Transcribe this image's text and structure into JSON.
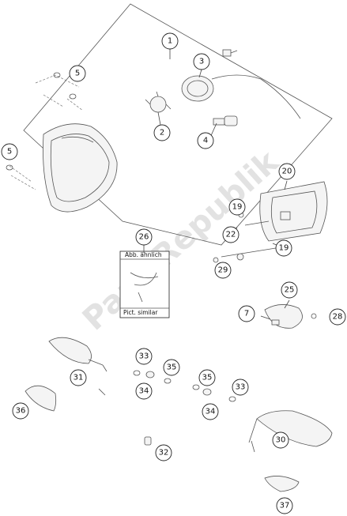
{
  "watermark": "PartsRepublik",
  "inset_labels": {
    "top": "Abb. ähnlich",
    "bottom": "Pict. similar"
  },
  "callouts": {
    "c1": "1",
    "c2": "2",
    "c3": "3",
    "c4": "4",
    "c5a": "5",
    "c5b": "5",
    "c7": "7",
    "c19a": "19",
    "c19b": "19",
    "c20": "20",
    "c22": "22",
    "c25": "25",
    "c26": "26",
    "c28": "28",
    "c29": "29",
    "c30": "30",
    "c31": "31",
    "c32": "32",
    "c33a": "33",
    "c33b": "33",
    "c34a": "34",
    "c34b": "34",
    "c35a": "35",
    "c35b": "35",
    "c36": "36",
    "c37": "37"
  },
  "colors": {
    "line": "#555555",
    "callout_stroke": "#222222",
    "watermark": "#e2e2e2"
  }
}
